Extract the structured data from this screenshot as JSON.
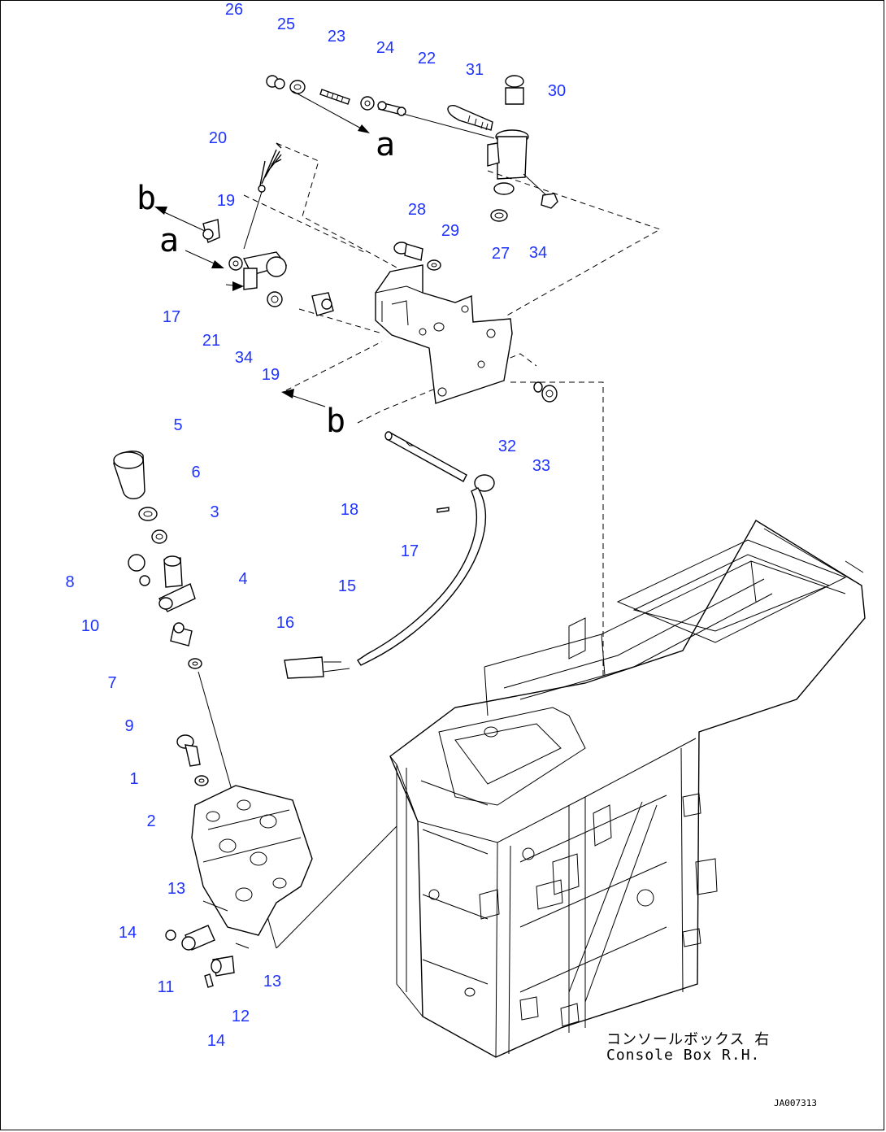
{
  "labels": {
    "c1": "1",
    "c2": "2",
    "c3": "3",
    "c4": "4",
    "c5": "5",
    "c6": "6",
    "c7": "7",
    "c8": "8",
    "c9": "9",
    "c10": "10",
    "c11": "11",
    "c12": "12",
    "c13a": "13",
    "c13b": "13",
    "c14a": "14",
    "c14b": "14",
    "c15": "15",
    "c16": "16",
    "c17a": "17",
    "c17b": "17",
    "c18": "18",
    "c19a": "19",
    "c19b": "19",
    "c20": "20",
    "c21": "21",
    "c22": "22",
    "c23": "23",
    "c24": "24",
    "c25": "25",
    "c26": "26",
    "c27": "27",
    "c28": "28",
    "c29": "29",
    "c30": "30",
    "c31": "31",
    "c32": "32",
    "c33": "33",
    "c34a": "34",
    "c34b": "34"
  },
  "refs": {
    "a_top": "a",
    "a_left": "a",
    "b_top": "b",
    "b_bottom": "b"
  },
  "caption": {
    "jp": "コンソールボックス 右",
    "en": "Console Box R.H."
  },
  "drawing_code": "JA007313",
  "colors": {
    "callout": "#1f33ff",
    "line": "#000000"
  }
}
